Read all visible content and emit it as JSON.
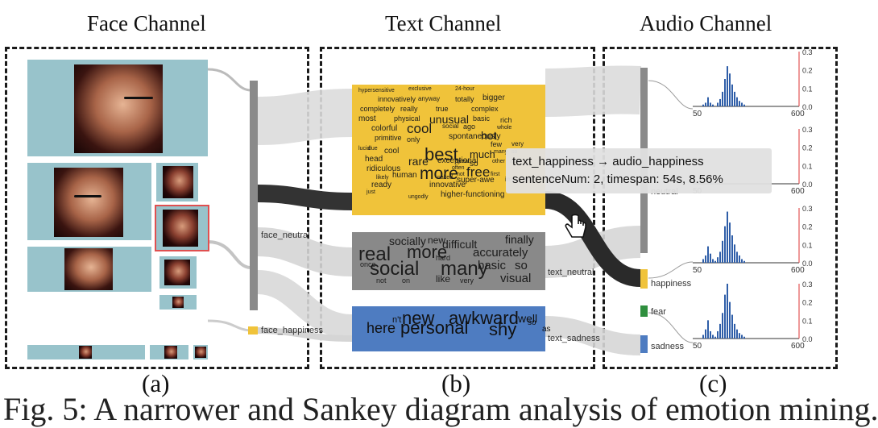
{
  "titles": {
    "face": "Face Channel",
    "text": "Text Channel",
    "audio": "Audio Channel"
  },
  "panel_letters": [
    "(a)",
    "(b)",
    "(c)"
  ],
  "caption": "Fig. 5: A narrower and Sankey diagram analysis of emotion mining.",
  "face_nodes": {
    "neutral": "face_neutral",
    "happiness": "face_happiness"
  },
  "text_nodes": {
    "neutral": "text_neutral",
    "sadness": "text_sadness"
  },
  "audio_nodes": {
    "neutral": "neutral",
    "happiness": "happiness",
    "fear": "fear",
    "sadness": "sadness"
  },
  "tooltip": {
    "line1": "text_happiness → audio_happiness",
    "line2": "sentenceNum: 2, timespan: 54s, 8.56%"
  },
  "clouds": {
    "happiness": [
      "hypersensitive",
      "exclusive",
      "24-hour",
      "innovatively",
      "anyway",
      "totally",
      "bigger",
      "completely",
      "really",
      "true",
      "complex",
      "most",
      "physical",
      "unusual",
      "basic",
      "rich",
      "colorful",
      "cool",
      "social",
      "ago",
      "whole",
      "primitive",
      "only",
      "spontaneously",
      "hot",
      "few",
      "very",
      "lucid",
      "due",
      "cool",
      "best",
      "much",
      "many",
      "so",
      "head",
      "rare",
      "exceptional",
      "great",
      "so",
      "other",
      "also",
      "ridiculous",
      "more",
      "often",
      "free",
      "not",
      "first",
      "human",
      "likely",
      "naked",
      "super-awe",
      "important",
      "ready",
      "innovative",
      "just",
      "ungodly",
      "higher-functioning"
    ],
    "neutral": [
      "socially",
      "new",
      "difficult",
      "finally",
      "real",
      "more",
      "accurately",
      "social",
      "many",
      "basic",
      "so",
      "once",
      "hard",
      "visual",
      "like",
      "very",
      "not",
      "on"
    ],
    "sadness": [
      "n't",
      "new",
      "awkward",
      "well",
      "so",
      "here",
      "personal",
      "shy",
      "as"
    ]
  },
  "colors": {
    "happiness": "#f0c33a",
    "neutral": "#898989",
    "sadness": "#4e7cc1",
    "fear": "#2f8f3e",
    "face_thumb": "#98c3cb",
    "hist_bar": "#2f5ea8",
    "axis_red": "#d33",
    "selection": "#e05050"
  },
  "chart_data": [
    {
      "type": "bar",
      "title": "",
      "xlabel": "",
      "ylabel": "",
      "x_ticks": [
        "50",
        "600"
      ],
      "y_ticks": [
        "0.3",
        "0.2",
        "0.1",
        "0.0"
      ],
      "values": [
        0.01,
        0.02,
        0.05,
        0.02,
        0.01,
        0.0,
        0.02,
        0.04,
        0.08,
        0.15,
        0.22,
        0.18,
        0.12,
        0.08,
        0.05,
        0.03,
        0.02,
        0.01
      ],
      "label": "neutral"
    },
    {
      "type": "bar",
      "title": "",
      "xlabel": "",
      "ylabel": "",
      "x_ticks": [
        "50",
        "600"
      ],
      "y_ticks": [
        "0.3",
        "0.2",
        "0.1",
        "0.0"
      ],
      "values": [
        0.0,
        0.0,
        0.0,
        0.01,
        0.0,
        0.0,
        0.0,
        0.0,
        0.0,
        0.0,
        0.0,
        0.0,
        0.0,
        0.0,
        0.0,
        0.0,
        0.0,
        0.0
      ],
      "label": ""
    },
    {
      "type": "bar",
      "title": "",
      "xlabel": "",
      "ylabel": "",
      "x_ticks": [
        "50",
        "600"
      ],
      "y_ticks": [
        "0.3",
        "0.2",
        "0.1",
        "0.0"
      ],
      "values": [
        0.02,
        0.04,
        0.09,
        0.05,
        0.02,
        0.01,
        0.03,
        0.06,
        0.12,
        0.2,
        0.28,
        0.22,
        0.15,
        0.1,
        0.06,
        0.04,
        0.02,
        0.01
      ],
      "label": "happiness"
    },
    {
      "type": "bar",
      "title": "",
      "xlabel": "",
      "ylabel": "",
      "x_ticks": [
        "50",
        "600"
      ],
      "y_ticks": [
        "0.3",
        "0.2",
        "0.1",
        "0.0"
      ],
      "values": [
        0.02,
        0.05,
        0.1,
        0.04,
        0.02,
        0.01,
        0.04,
        0.08,
        0.14,
        0.24,
        0.3,
        0.2,
        0.13,
        0.08,
        0.05,
        0.03,
        0.02,
        0.01
      ],
      "label": "sadness"
    }
  ]
}
